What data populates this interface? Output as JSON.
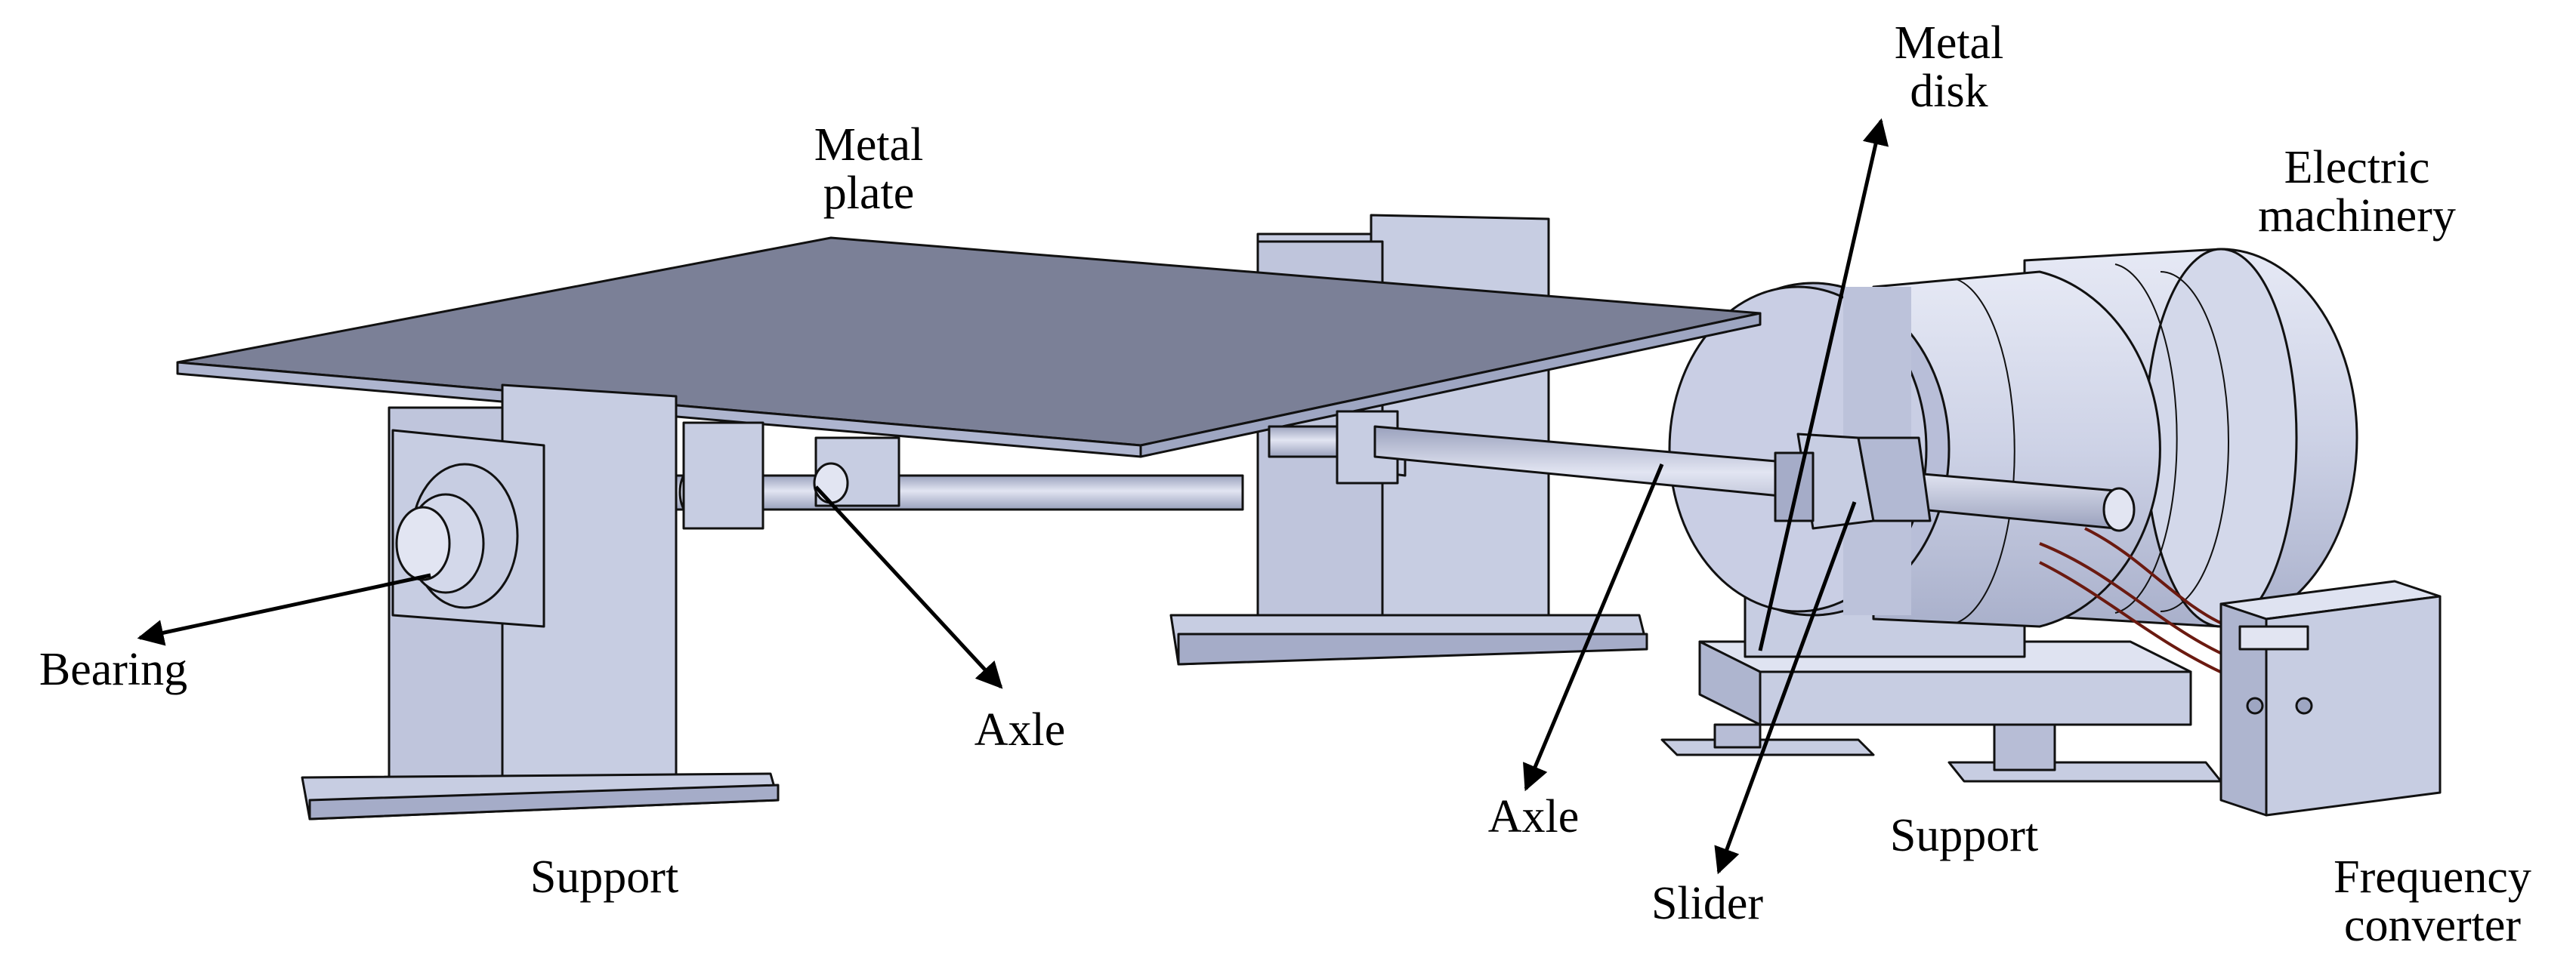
{
  "labels": {
    "metal_plate": "Metal\nplate",
    "metal_disk": "Metal\ndisk",
    "electric_machinery": "Electric\nmachinery",
    "bearing": "Bearing",
    "axle_left": "Axle",
    "axle_right": "Axle",
    "support_left": "Support",
    "support_right": "Support",
    "slider": "Slider",
    "frequency_converter": "Frequency\nconverter"
  },
  "colors": {
    "part_fill": "#c7cde2",
    "part_fill_light": "#dfe3f1",
    "part_fill_dark": "#9ea6c2",
    "plate_top": "#7b8097",
    "edge": "#111111",
    "wire": "#6b1a10"
  }
}
